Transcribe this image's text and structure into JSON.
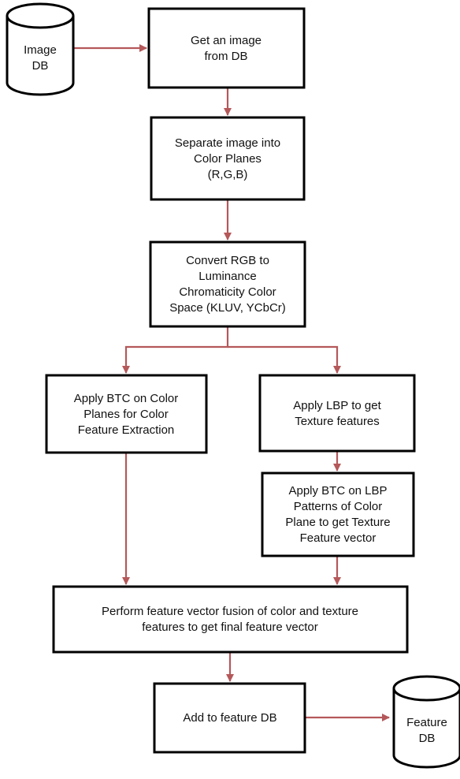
{
  "colors": {
    "arrow": "#b5585a",
    "box_stroke": "#000000",
    "text": "#111111",
    "background": "#ffffff"
  },
  "databases": {
    "image_db": {
      "lines": [
        "Image",
        "DB"
      ]
    },
    "feature_db": {
      "lines": [
        "Feature",
        "DB"
      ]
    }
  },
  "steps": {
    "get_image": {
      "lines": [
        "Get an image",
        "from DB"
      ]
    },
    "separate_planes": {
      "lines": [
        "Separate image into",
        "Color Planes",
        "(R,G,B)"
      ]
    },
    "convert_rgb": {
      "lines": [
        "Convert RGB to",
        "Luminance",
        "Chromaticity Color",
        "Space (KLUV, YCbCr)"
      ]
    },
    "apply_btc_color": {
      "lines": [
        "Apply BTC on Color",
        "Planes for Color",
        "Feature Extraction"
      ]
    },
    "apply_lbp": {
      "lines": [
        "Apply LBP to get",
        "Texture features"
      ]
    },
    "apply_btc_lbp": {
      "lines": [
        "Apply BTC on LBP",
        "Patterns of Color",
        "Plane to get Texture",
        "Feature vector"
      ]
    },
    "fusion": {
      "lines": [
        "Perform feature vector fusion of color and texture",
        "features to get final feature vector"
      ]
    },
    "add_feature_db": {
      "lines": [
        "Add to feature DB"
      ]
    }
  }
}
